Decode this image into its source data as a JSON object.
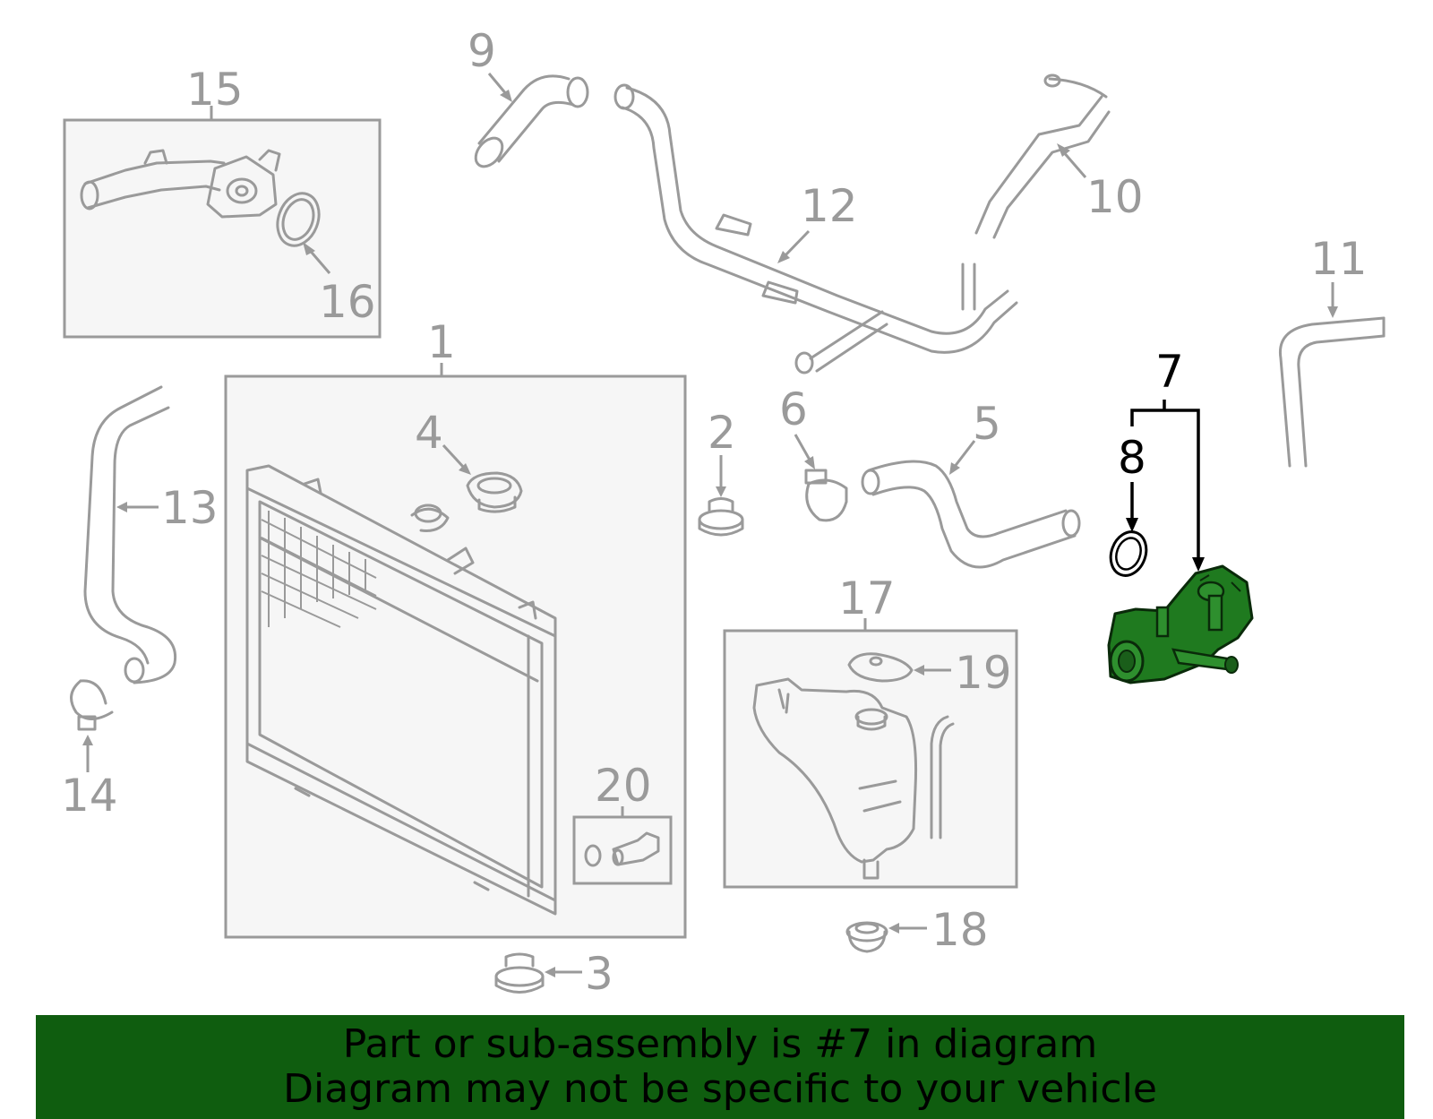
{
  "callouts": {
    "c1": "1",
    "c2": "2",
    "c3": "3",
    "c4": "4",
    "c5": "5",
    "c6": "6",
    "c7": "7",
    "c8": "8",
    "c9": "9",
    "c10": "10",
    "c11": "11",
    "c12": "12",
    "c13": "13",
    "c14": "14",
    "c15": "15",
    "c16": "16",
    "c17": "17",
    "c18": "18",
    "c19": "19",
    "c20": "20"
  },
  "highlight": {
    "part": "7",
    "color": "#1f7a1f"
  },
  "colors": {
    "line": "#9a9a9a",
    "banner": "#0f5d0f",
    "box_fill": "#f6f6f6"
  },
  "banner": {
    "line1": "Part or sub-assembly is #7 in diagram",
    "line2": "Diagram may not be specific to your vehicle"
  }
}
